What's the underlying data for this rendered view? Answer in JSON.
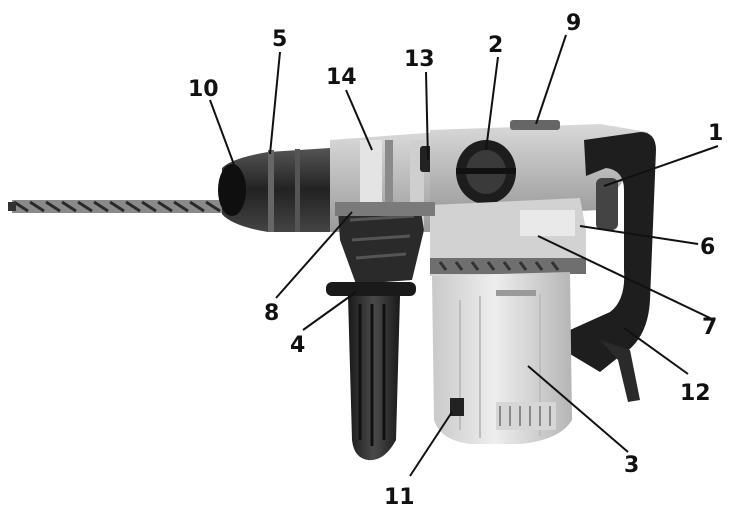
{
  "diagram": {
    "subject": "rotary hammer drill",
    "callouts": [
      {
        "id": "c1",
        "label": "1"
      },
      {
        "id": "c2",
        "label": "2"
      },
      {
        "id": "c3",
        "label": "3"
      },
      {
        "id": "c4",
        "label": "4"
      },
      {
        "id": "c5",
        "label": "5"
      },
      {
        "id": "c6",
        "label": "6"
      },
      {
        "id": "c7",
        "label": "7"
      },
      {
        "id": "c8",
        "label": "8"
      },
      {
        "id": "c9",
        "label": "9"
      },
      {
        "id": "c10",
        "label": "10"
      },
      {
        "id": "c11",
        "label": "11"
      },
      {
        "id": "c12",
        "label": "12"
      },
      {
        "id": "c13",
        "label": "13"
      },
      {
        "id": "c14",
        "label": "14"
      }
    ]
  }
}
